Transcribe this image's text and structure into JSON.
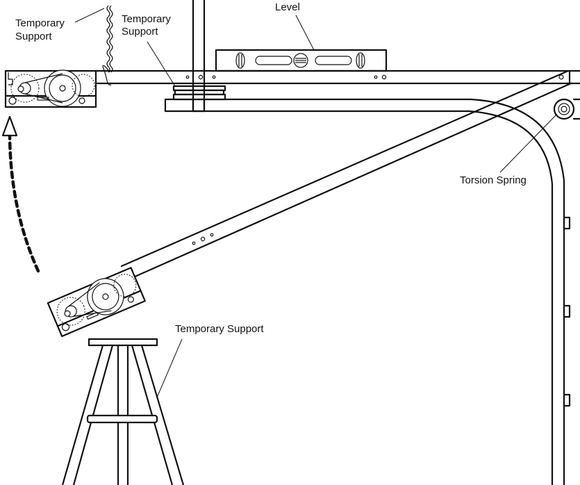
{
  "labels": {
    "temporary_support_chain_line1": "Temporary",
    "temporary_support_chain_line2": "Support",
    "temporary_support_blocks_line1": "Temporary",
    "temporary_support_blocks_line2": "Support",
    "level": "Level",
    "torsion_spring": "Torsion Spring",
    "temporary_support_ladder": "Temporary Support"
  }
}
